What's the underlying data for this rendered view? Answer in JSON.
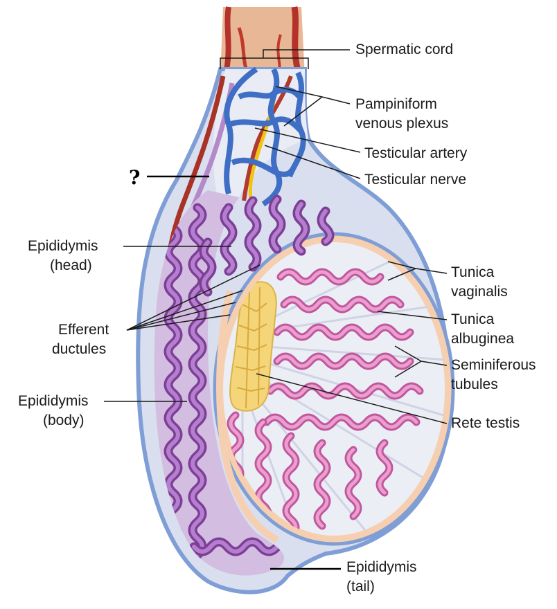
{
  "diagram": {
    "unknown_marker": "?",
    "labels": {
      "spermatic_cord": "Spermatic cord",
      "pampiniform_1": "Pampiniform",
      "pampiniform_2": "venous plexus",
      "testicular_artery": "Testicular artery",
      "testicular_nerve": "Testicular nerve",
      "epididymis_head_1": "Epididymis",
      "epididymis_head_2": "(head)",
      "efferent_1": "Efferent",
      "efferent_2": "ductules",
      "epididymis_body_1": "Epididymis",
      "epididymis_body_2": "(body)",
      "tunica_vaginalis_1": "Tunica",
      "tunica_vaginalis_2": "vaginalis",
      "tunica_albuginea_1": "Tunica",
      "tunica_albuginea_2": "albuginea",
      "seminiferous_1": "Seminiferous",
      "seminiferous_2": "tubules",
      "rete_testis": "Rete testis",
      "epididymis_tail_1": "Epididymis",
      "epididymis_tail_2": "(tail)"
    },
    "colors": {
      "tunica_vaginalis": "#7f9ed6",
      "tunica_albuginea": "#f6cfb0",
      "seminiferous_tubules": "#d776b9",
      "epididymis": "#9b59b6",
      "rete_testis": "#f5d57a",
      "venous_plexus": "#3f6fc4",
      "artery": "#c0392b",
      "nerve": "#f1c40f",
      "cord_skin": "#e8b896"
    }
  }
}
